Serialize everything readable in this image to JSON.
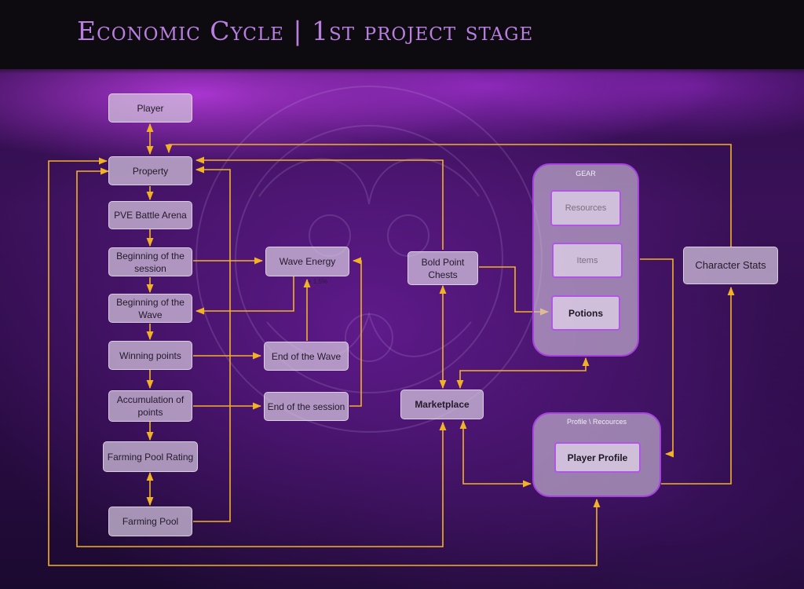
{
  "title": "Economic Cycle | 1st project stage",
  "nodes": {
    "player": "Player",
    "property": "Property",
    "pve_battle_arena": "PVE Battle Arena",
    "beginning_session": "Beginning of the session",
    "beginning_wave": "Beginning of the Wave",
    "winning_points": "Winning points",
    "accumulation_points": "Accumulation of points",
    "farming_pool_rating": "Farming Pool Rating",
    "farming_pool": "Farming Pool",
    "wave_energy": "Wave Energy",
    "end_wave": "End of the Wave",
    "end_session": "End of the session",
    "bold_point_chests": "Bold Point Chests",
    "marketplace": "Marketplace",
    "character_stats": "Character Stats"
  },
  "gear": {
    "label": "GEAR",
    "resources": "Resources",
    "items": "Items",
    "potions": "Potions"
  },
  "profile": {
    "label": "Profile \\ Recources",
    "player_profile": "Player Profile"
  },
  "wave_energy_note": "+ 1,5%",
  "colors": {
    "connector": "#f2b227",
    "group_border": "#a742e0",
    "title": "#b87fe0"
  }
}
